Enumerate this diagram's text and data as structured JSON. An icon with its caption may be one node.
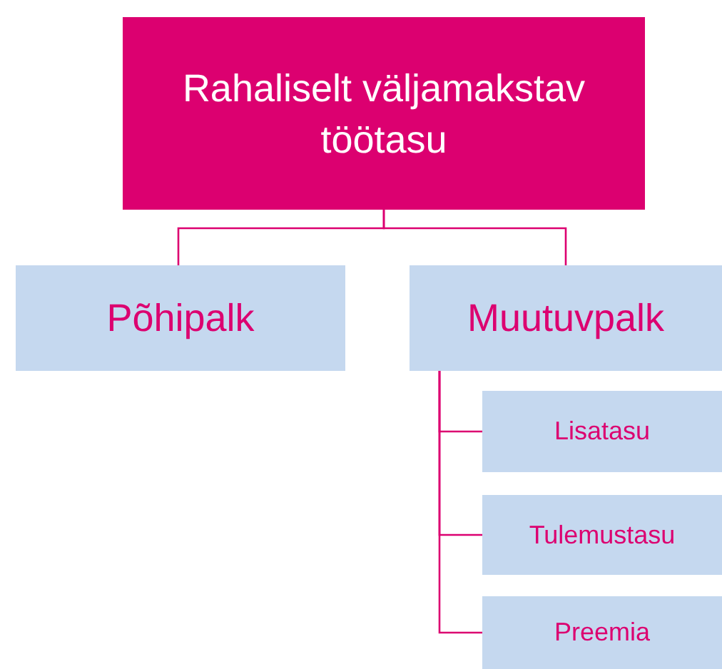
{
  "diagram": {
    "nodes": [
      {
        "text": [
          "Rahaliselt väljamakstav töötasu"
        ]
      },
      {
        "text": [
          "Põhipalk"
        ]
      },
      {
        "text": [
          "Muutuvpalk"
        ]
      },
      {
        "text": [
          "Lisatasu"
        ]
      },
      {
        "text": [
          "Tulemustasu"
        ]
      },
      {
        "text": [
          "Preemia"
        ]
      }
    ],
    "edges": [
      {
        "from": 0,
        "to": 1,
        "arrow": "none"
      },
      {
        "from": 0,
        "to": 2,
        "arrow": "none"
      },
      {
        "from": 2,
        "to": 3,
        "arrow": "none"
      },
      {
        "from": 2,
        "to": 4,
        "arrow": "none"
      },
      {
        "from": 2,
        "to": 5,
        "arrow": "none"
      }
    ]
  }
}
